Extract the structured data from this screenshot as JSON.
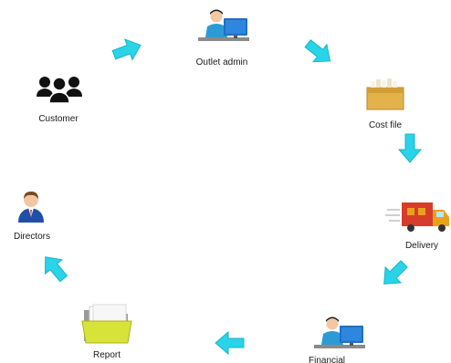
{
  "nodes": {
    "outlet_admin": {
      "label": "Outlet admin",
      "icon": "person-at-computer-icon"
    },
    "cost_file": {
      "label": "Cost file",
      "icon": "file-box-icon"
    },
    "delivery": {
      "label": "Delivery",
      "icon": "delivery-truck-icon"
    },
    "financial": {
      "label": "Financial",
      "icon": "person-at-computer-icon"
    },
    "report": {
      "label": "Report",
      "icon": "folder-icon"
    },
    "directors": {
      "label": "Directors",
      "icon": "businessman-icon"
    },
    "customer": {
      "label": "Customer",
      "icon": "user-group-icon"
    }
  },
  "flow": [
    "customer",
    "outlet_admin",
    "cost_file",
    "delivery",
    "financial",
    "report",
    "directors"
  ],
  "colors": {
    "arrow": "#29d3e8",
    "arrow_edge": "#18b6cc",
    "text": "#1a1a1a",
    "monitor": "#1f6fc4",
    "shirt": "#2b9bd6",
    "hair": "#1a1a1a",
    "skin": "#f3c7a1",
    "box": "#e3b24a",
    "folder": "#d8e33a",
    "truck": "#d63c2a",
    "truck_cab": "#e8a21a"
  }
}
